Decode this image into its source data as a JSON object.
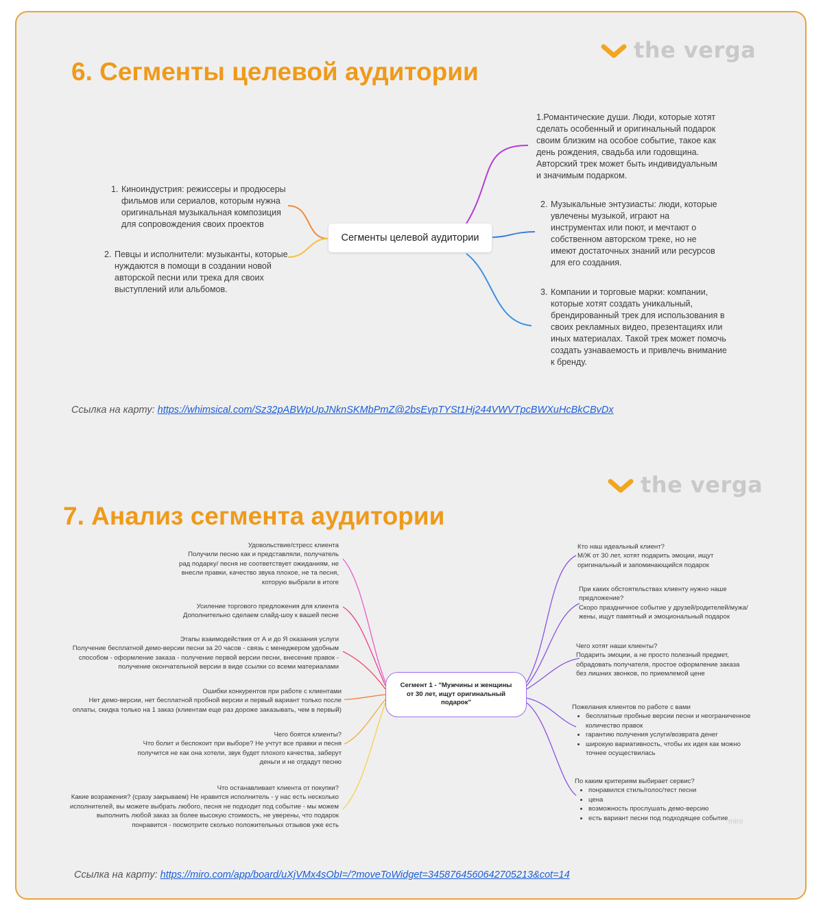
{
  "brand": {
    "name": "the verga",
    "accent": "#ef9a1a",
    "mark_color": "#f2a51f"
  },
  "section6": {
    "title": "6. Сегменты целевой аудитории",
    "center": "Сегменты целевой аудитории",
    "left_items": [
      {
        "num": "1.",
        "text": "Киноиндустрия: режиссеры и продюсеры фильмов или сериалов, которым нужна оригинальная музыкальная композиция для сопровождения своих проектов"
      },
      {
        "num": "2.",
        "text": "Певцы и исполнители: музыканты, которые нуждаются в помощи в создании новой авторской песни или трека для своих выступлений или альбомов."
      }
    ],
    "right_items": [
      {
        "num": "",
        "text": "1.Романтические души. Люди, которые хотят сделать особенный и оригинальный подарок своим близким на особое событие, такое как день рождения, свадьба или годовщина. Авторский трек может быть индивидуальным и значимым подарком."
      },
      {
        "num": "2.",
        "text": "Музыкальные энтузиасты: люди, которые увлечены музыкой, играют на инструментах или поют, и мечтают о собственном авторском треке, но не имеют достаточных знаний или ресурсов для его создания."
      },
      {
        "num": "3.",
        "text": "Компании и торговые марки: компании, которые хотят создать уникальный, брендированный трек для использования в своих рекламных видео, презентациях или иных материалах. Такой трек может помочь создать узнаваемость и привлечь внимание к бренду."
      }
    ],
    "link_label": "Ссылка на карту: ",
    "link_url": "https://whimsical.com/Sz32pABWpUpJNknSKMbPmZ@2bsEvpTYSt1Hj244VWVTpcBWXuHcBkCBvDx"
  },
  "section7": {
    "title": "7. Анализ сегмента аудитории",
    "center": "Сегмент 1 - \"Мужчины и женщины от 30 лет, ищут оригинальный подарок\"",
    "left_items": [
      {
        "head": "Удовольствие/стресс клиента",
        "text": "Получили песню как и представляли, получатель рад подарку/ песня не соответствует ожиданиям, не внесли правки, качество звука плохое, не та песня, которую выбрали в итоге"
      },
      {
        "head": "Усиление торгового предложения для клиента",
        "text": "Дополнительно сделаем слайд-шоу к вашей песне"
      },
      {
        "head": "Этапы взаимодействия от А и до Я оказания услуги",
        "text": "Получение бесплатной демо-версии песни за 20 часов - связь с менеджером удобным способом - оформление заказа - получение первой версии песни, внесение правок - получение окончательной версии в виде ссылки со всеми материалами"
      },
      {
        "head": "Ошибки конкурентов при работе с клиентами",
        "text": "Нет демо-версии, нет бесплатной пробной версии и первый вариант только после оплаты, скидка только на 1 заказ (клиентам еще раз дороже заказывать, чем в первый)"
      },
      {
        "head": "Чего боятся клиенты?",
        "text": "Что болит и беспокоит при выборе? Не учтут все правки и песня получится не как она хотели, звук будет плохого качества, заберут деньги и не отдадут песню"
      },
      {
        "head": "Что останавливает клиента от покупки?",
        "text": "Какие возражения? (сразу закрываем) Не нравится исполнитель - у нас есть несколько исполнителей, вы можете выбрать любого, песня не подходит под событие - мы можем выполнить любой заказ за более высокую стоимость, не уверены, что подарок понравится - посмотрите сколько положительных отзывов уже есть"
      }
    ],
    "right_items": [
      {
        "head": "Кто наш идеальный клиент?",
        "text": "М/Ж от 30 лет, хотят подарить эмоции, ищут оригинальный и запоминающийся подарок"
      },
      {
        "head": "При каких обстоятельствах клиенту нужно наше предложение?",
        "text": "Скоро праздничное событие у друзей/родителей/мужа/жены, ищут памятный и эмоциональный подарок"
      },
      {
        "head": "Чего хотят наши клиенты?",
        "text": "Подарить эмоции, а не просто полезный предмет, обрадовать получателя, простое оформление заказа без лишних звонков, по приемлемой цене"
      },
      {
        "head": "Пожелания клиентов по работе с вами",
        "bullets": [
          "бесплатные пробные версии песни и неограниченное количество правок",
          "гарантию получения услуги/возврата денег",
          "широкую вариативность, чтобы их идея как можно точнее осуществилась"
        ]
      },
      {
        "head": "По каким критериям выбирает сервис?",
        "bullets": [
          "понравился стиль/голос/тест песни",
          "цена",
          "возможность прослушать демо-версию",
          "есть вариант песни под подходящее событие"
        ]
      }
    ],
    "watermark": "miro",
    "link_label": "Ссылка на карту: ",
    "link_url": "https://miro.com/app/board/uXjVMx4sObI=/?moveToWidget=3458764560642705213&cot=14"
  }
}
